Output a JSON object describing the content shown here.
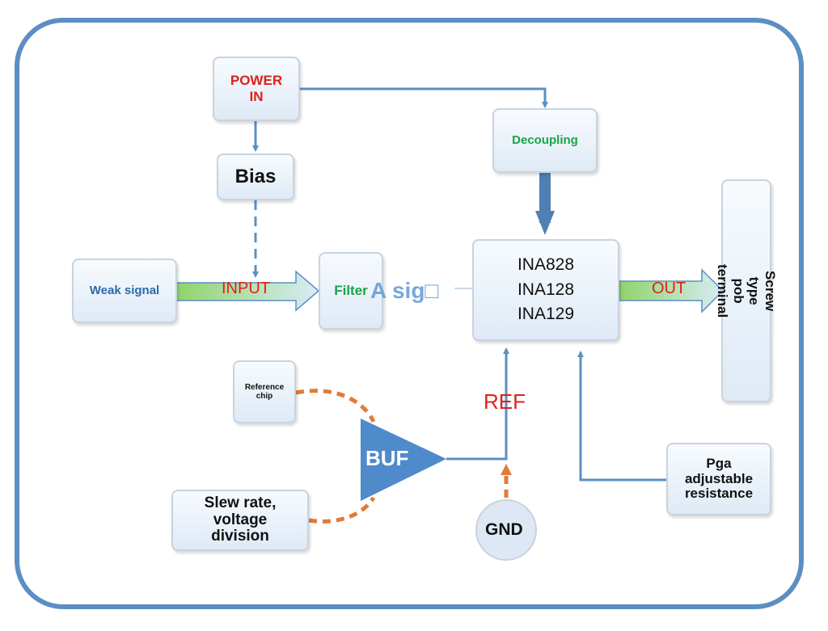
{
  "nodes": {
    "power_in": "POWER\nIN",
    "bias": "Bias",
    "decoupling": "Decoupling",
    "weak_signal": "Weak signal",
    "filter": "Filter",
    "overlay_text": "A sig□",
    "ina": "INA828\nINA128\nINA129",
    "screw_terminal": "Screw type pob terminal",
    "reference_chip": "Reference\nchip",
    "buf": "BUF",
    "slew_rate": "Slew rate,\nvoltage\ndivision",
    "gnd": "GND",
    "pga": "Pga\nadjustable\nresistance"
  },
  "arrows": {
    "input": "INPUT",
    "out": "OUT",
    "ref": "REF"
  },
  "colors": {
    "frame": "#5b8fc4",
    "line_blue": "#5b8fc4",
    "dashed_orange": "#e07b39",
    "text_red": "#e0201b",
    "text_green": "#1aa34a",
    "text_blue": "#2a6aaa",
    "arrow_green_start": "#8fd46a",
    "arrow_green_end": "#d8ecf6"
  }
}
